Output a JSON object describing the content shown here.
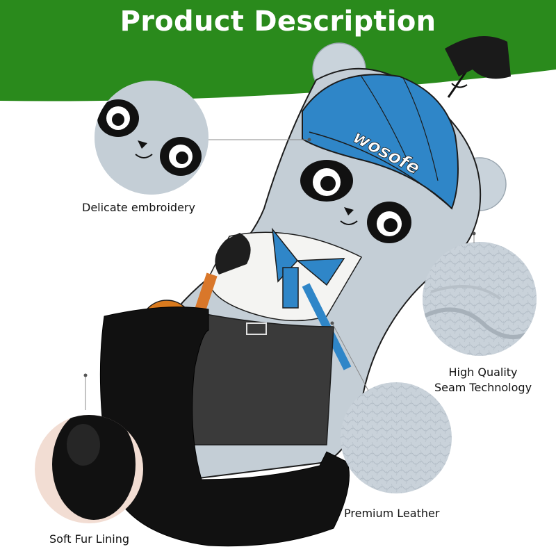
{
  "banner": {
    "title": "Product Description",
    "color": "#2a8a1c"
  },
  "product": {
    "brand_mark": "wosofe",
    "colors": {
      "cap_blue": "#2f86c8",
      "body_grey": "#c4ced6",
      "shirt_white": "#f4f4f2",
      "pants_dark": "#3a3a3a",
      "sock_black": "#111111",
      "glove_orange": "#d97a1e"
    }
  },
  "callouts": [
    {
      "id": "embroidery",
      "label": "Delicate embroidery"
    },
    {
      "id": "seam",
      "line1": "High Quality",
      "line2": "Seam Technology"
    },
    {
      "id": "leather",
      "label": "Premium Leather"
    },
    {
      "id": "lining",
      "label": "Soft Fur Lining"
    }
  ]
}
